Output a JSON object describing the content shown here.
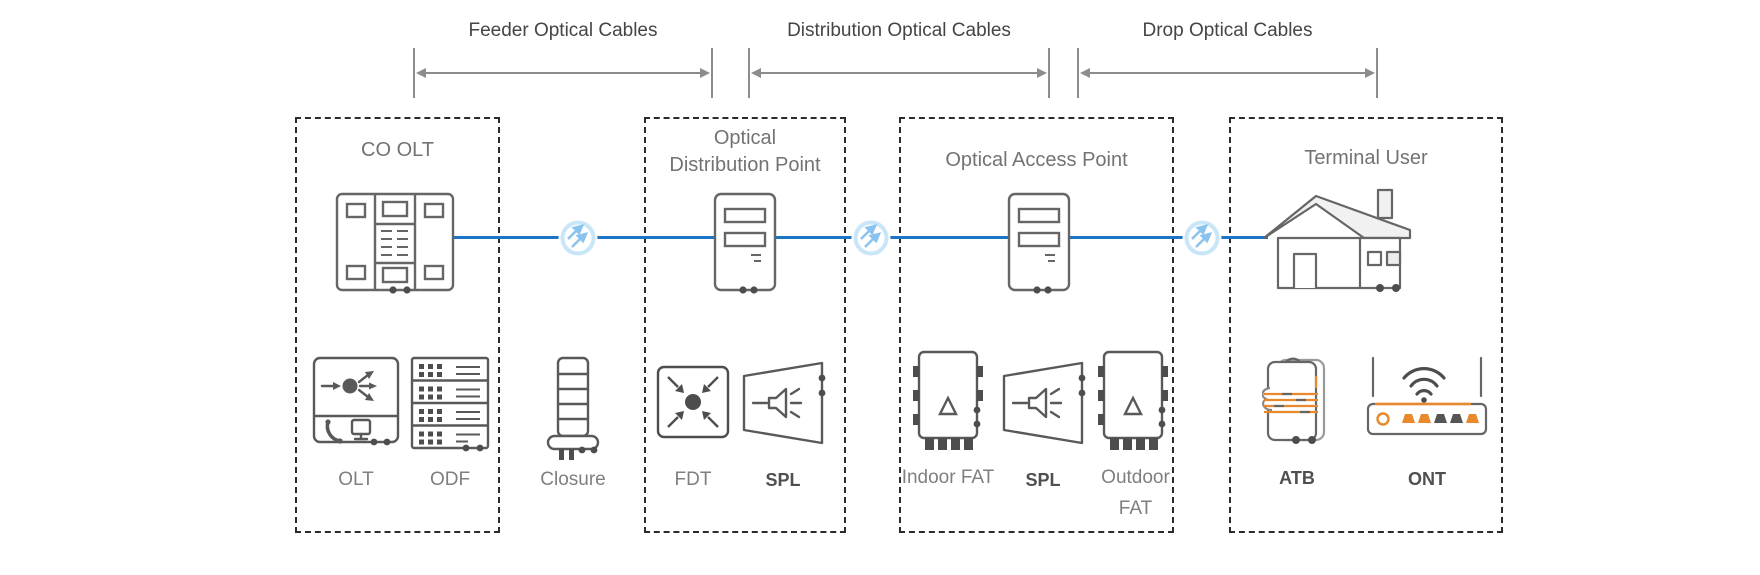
{
  "diagram": {
    "title_hint": "FTTH optical network architecture",
    "cables": [
      {
        "label": "Feeder Optical Cables"
      },
      {
        "label": "Distribution Optical Cables"
      },
      {
        "label": "Drop Optical Cables"
      }
    ],
    "zones": [
      {
        "title": "CO OLT"
      },
      {
        "title": "Optical Distribution Point"
      },
      {
        "title": "Optical Access Point"
      },
      {
        "title": "Terminal User"
      }
    ],
    "devices": {
      "olt": "OLT",
      "odf": "ODF",
      "closure": "Closure",
      "fdt": "FDT",
      "spl1": "SPL",
      "indoor_fat": "Indoor FAT",
      "spl2": "SPL",
      "outdoor_fat": "Outdoor FAT",
      "atb": "ATB",
      "ont": "ONT"
    },
    "icons": {
      "main": [
        "olt-cabinet-icon",
        "distribution-cabinet-icon",
        "access-cabinet-icon",
        "house-icon"
      ],
      "line": [
        "fiber-splice-icon",
        "fiber-splice-icon",
        "fiber-splice-icon"
      ],
      "bottom": [
        "olt-icon",
        "odf-icon",
        "closure-icon",
        "fdt-icon",
        "splitter-icon",
        "indoor-fat-icon",
        "splitter-icon",
        "outdoor-fat-icon",
        "atb-icon",
        "ont-icon"
      ]
    },
    "colors": {
      "fiber_blue": "#1b74c5",
      "splice_ring": "#c9e5f8",
      "splice_arrow": "#8ac4ee",
      "accent_orange": "#e8892b",
      "stroke_gray": "#666666",
      "title_gray": "#737373",
      "label_gray": "#7f7f7f",
      "dark_gray": "#4d4d4d"
    }
  }
}
